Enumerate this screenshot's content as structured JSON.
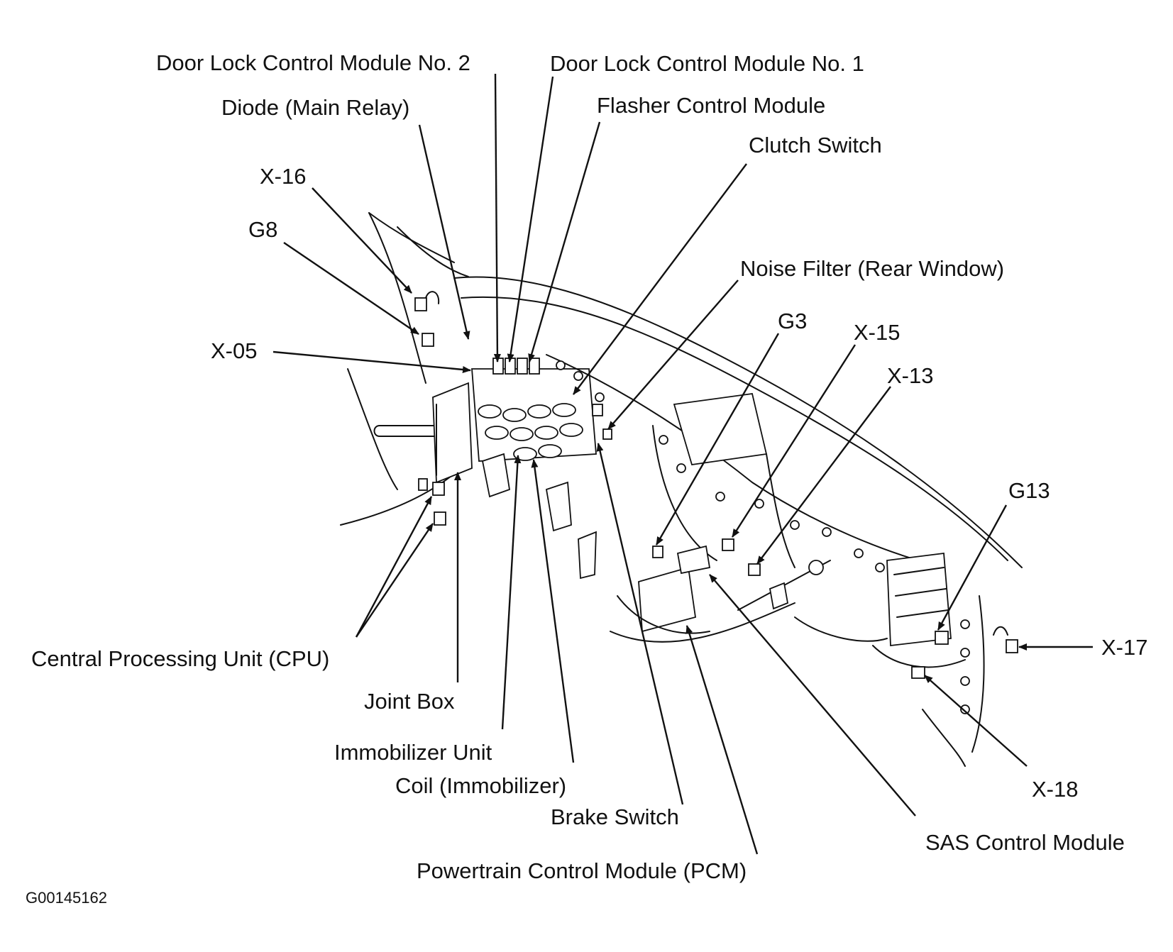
{
  "labels": {
    "door_lock_2": "Door Lock Control Module No. 2",
    "door_lock_1": "Door Lock Control Module No. 1",
    "diode": "Diode (Main Relay)",
    "flasher": "Flasher Control Module",
    "clutch": "Clutch Switch",
    "x16": "X-16",
    "g8": "G8",
    "noise_filter": "Noise Filter (Rear Window)",
    "g3": "G3",
    "x15": "X-15",
    "x05": "X-05",
    "x13": "X-13",
    "g13": "G13",
    "x17": "X-17",
    "cpu": "Central Processing Unit (CPU)",
    "joint_box": "Joint Box",
    "immobilizer_unit": "Immobilizer Unit",
    "coil": "Coil (Immobilizer)",
    "brake": "Brake Switch",
    "x18": "X-18",
    "sas": "SAS Control Module",
    "pcm": "Powertrain Control Module (PCM)"
  },
  "figure_id": "G00145162"
}
